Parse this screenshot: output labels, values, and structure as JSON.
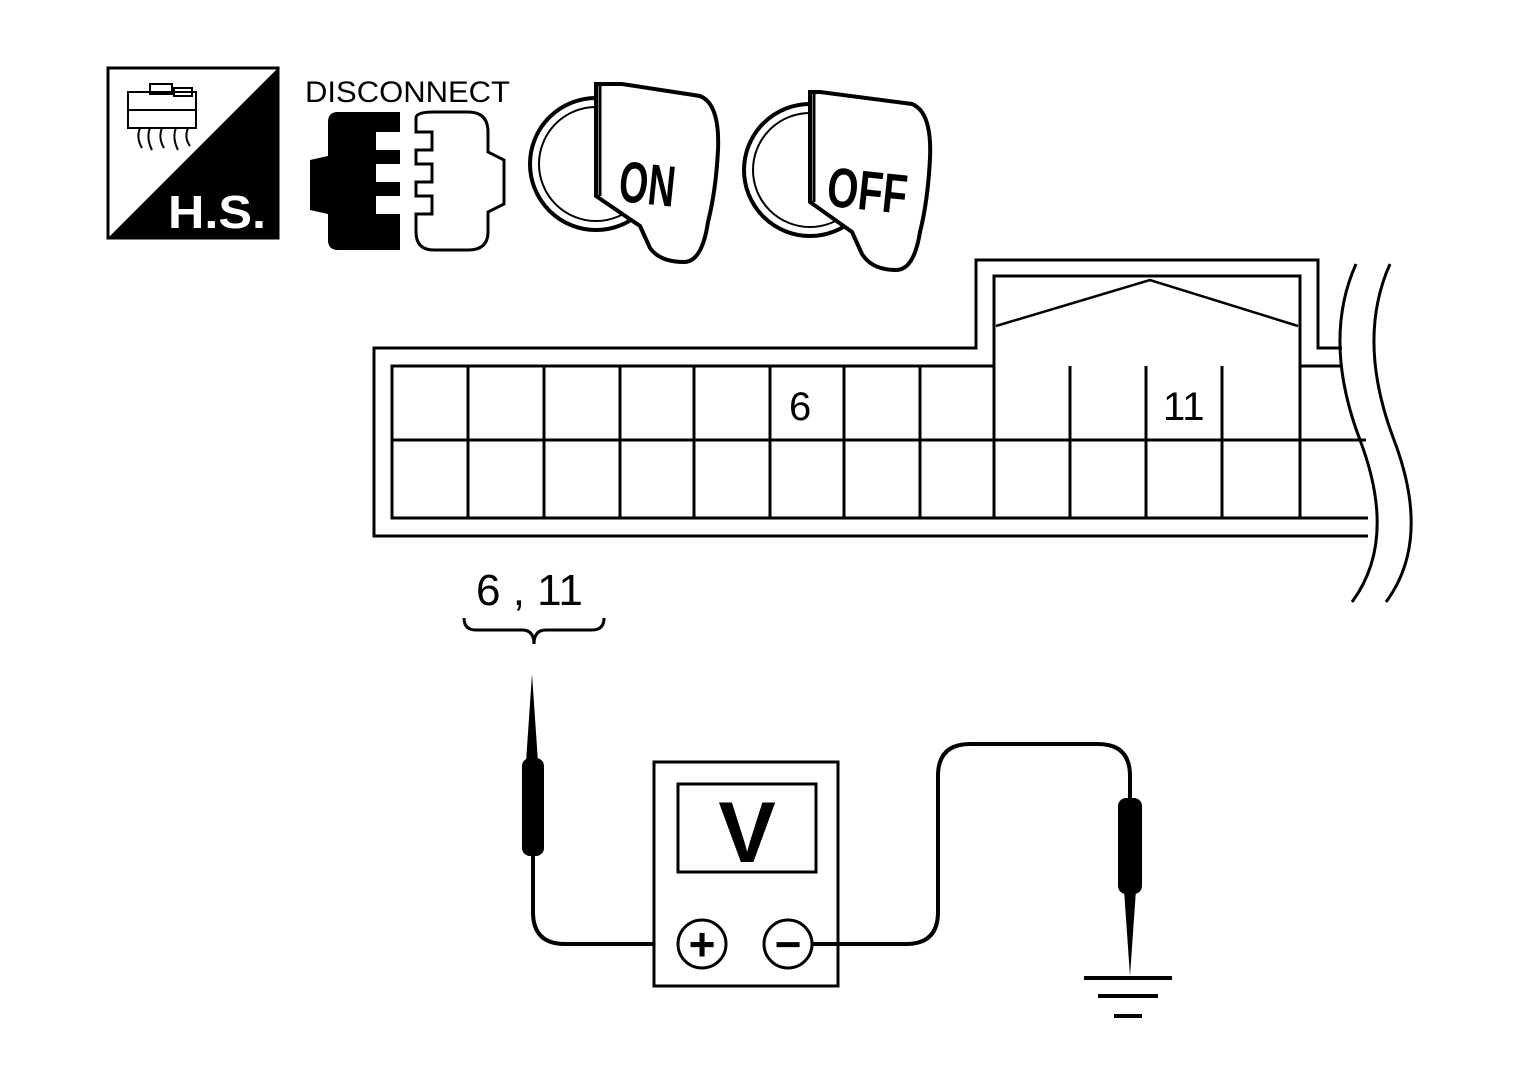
{
  "icons": {
    "harness_side_label": "H.S.",
    "disconnect_label": "DISCONNECT",
    "ignition_on_label": "ON",
    "ignition_off_label": "OFF"
  },
  "connector": {
    "terminal_a": "6",
    "terminal_b": "11"
  },
  "probe_terminals_label": "6 , 11",
  "meter": {
    "display": "V",
    "positive_symbol": "+",
    "negative_symbol": "−"
  },
  "colors": {
    "ink": "#000000",
    "paper": "#ffffff"
  }
}
